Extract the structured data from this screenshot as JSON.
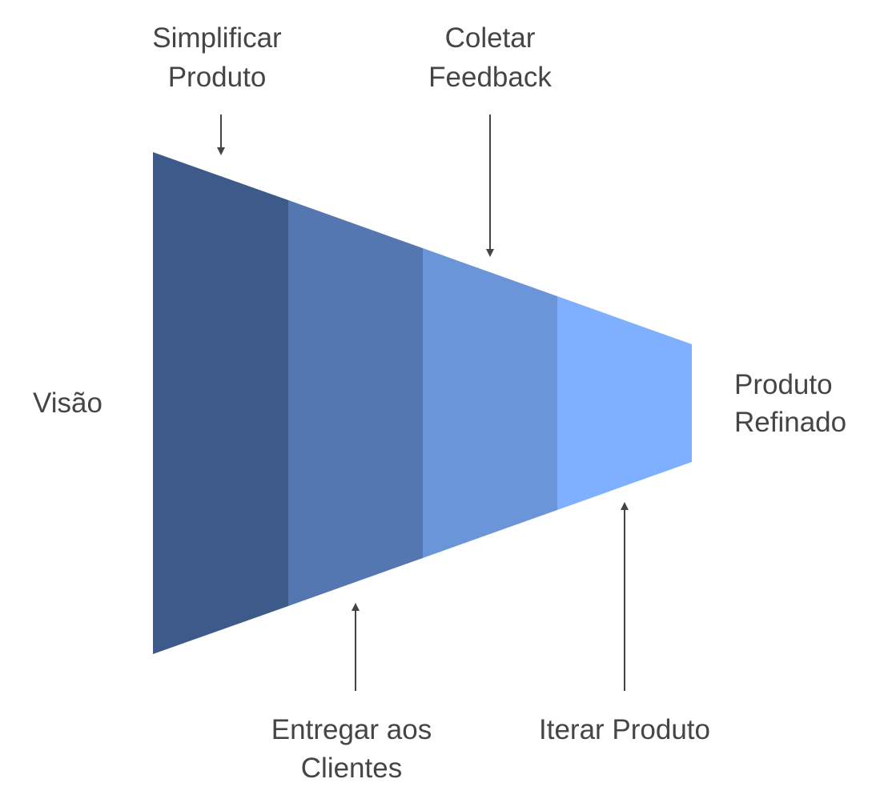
{
  "title": "Funil de refinamento de produto",
  "start_label": "Visão",
  "end_label": [
    "Produto",
    "Refinado"
  ],
  "steps": [
    {
      "label": [
        "Simplificar",
        "Produto"
      ],
      "color": "#3E5A8A"
    },
    {
      "label": [
        "Entregar aos",
        "Clientes"
      ],
      "color": "#5477B2"
    },
    {
      "label": [
        "Coletar",
        "Feedback"
      ],
      "color": "#6A95D8"
    },
    {
      "label": [
        "Iterar Produto"
      ],
      "color": "#7EB0FF"
    }
  ],
  "arrow_color": "#444444"
}
